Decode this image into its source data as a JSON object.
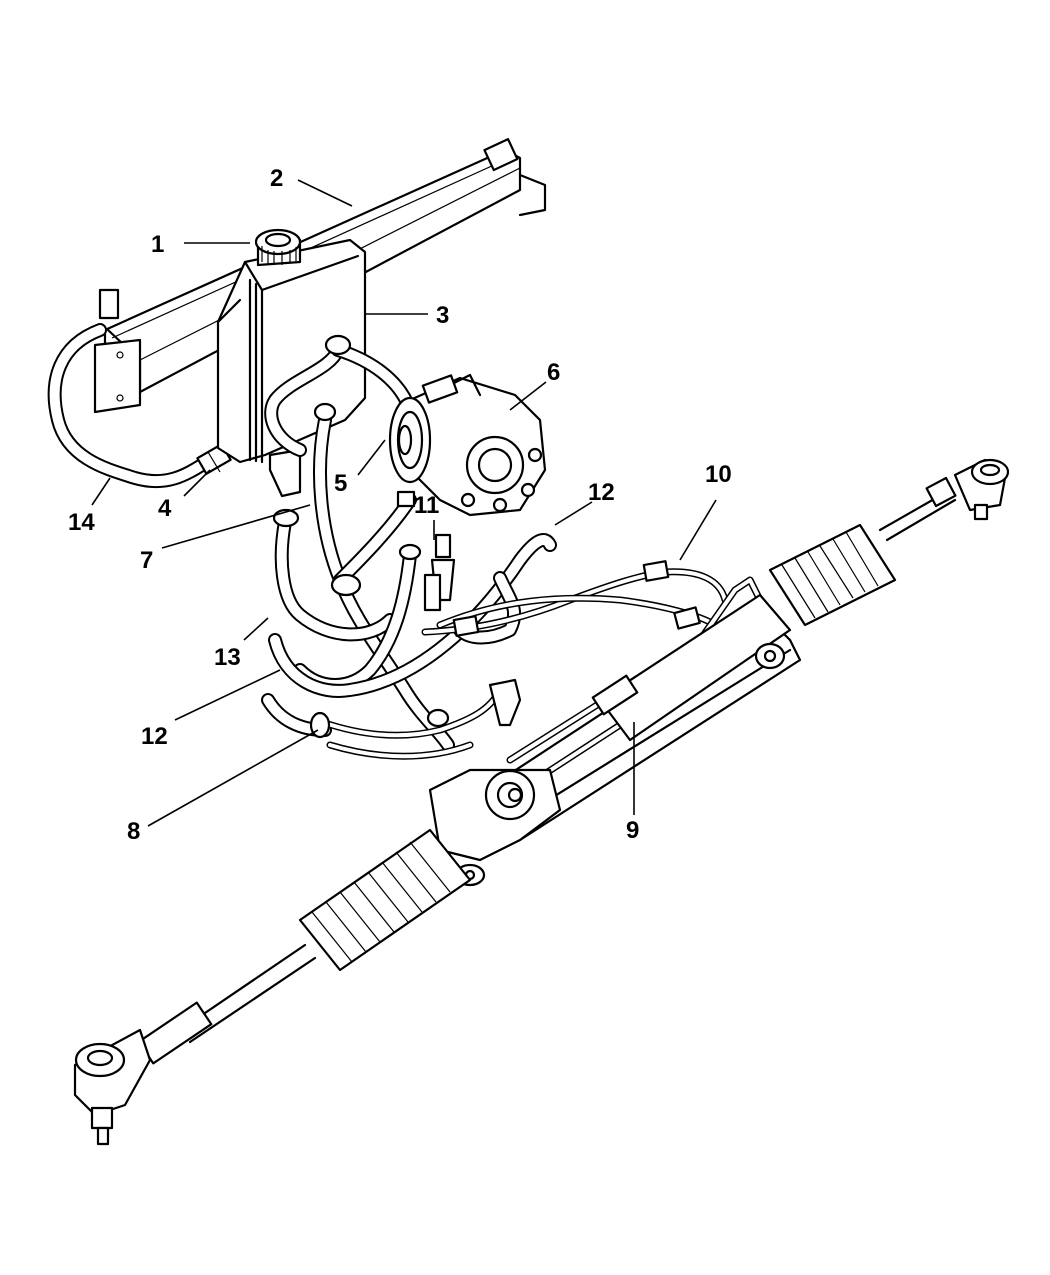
{
  "diagram": {
    "callouts": [
      {
        "id": "c1",
        "label": "1"
      },
      {
        "id": "c2",
        "label": "2"
      },
      {
        "id": "c3",
        "label": "3"
      },
      {
        "id": "c4",
        "label": "4"
      },
      {
        "id": "c5",
        "label": "5"
      },
      {
        "id": "c6",
        "label": "6"
      },
      {
        "id": "c7",
        "label": "7"
      },
      {
        "id": "c8",
        "label": "8"
      },
      {
        "id": "c9",
        "label": "9"
      },
      {
        "id": "c10",
        "label": "10"
      },
      {
        "id": "c11",
        "label": "11"
      },
      {
        "id": "c12a",
        "label": "12"
      },
      {
        "id": "c12b",
        "label": "12"
      },
      {
        "id": "c13",
        "label": "13"
      },
      {
        "id": "c14",
        "label": "14"
      }
    ]
  }
}
